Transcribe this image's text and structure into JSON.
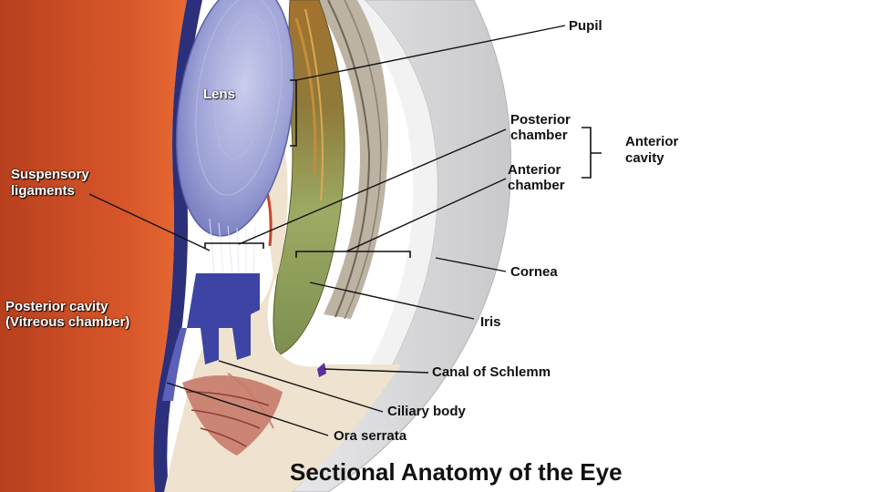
{
  "title": "Sectional Anatomy of the Eye",
  "labels": {
    "pupil": "Pupil",
    "lens": "Lens",
    "posterior_chamber_1": "Posterior",
    "posterior_chamber_2": "chamber",
    "anterior_chamber_1": "Anterior",
    "anterior_chamber_2": "chamber",
    "anterior_cavity_1": "Anterior",
    "anterior_cavity_2": "cavity",
    "suspensory_1": "Suspensory",
    "suspensory_2": "ligaments",
    "cornea": "Cornea",
    "iris": "Iris",
    "posterior_cavity_1": "Posterior cavity",
    "posterior_cavity_2": "(Vitreous chamber)",
    "canal_of_schlemm": "Canal of Schlemm",
    "ciliary_body": "Ciliary body",
    "ora_serrata": "Ora serrata"
  }
}
